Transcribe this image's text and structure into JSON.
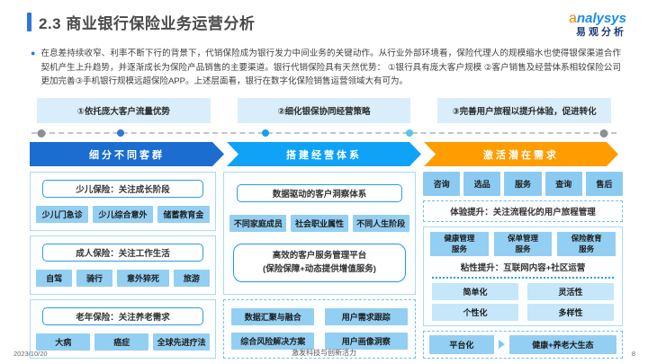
{
  "title": "2.3 商业银行保险业务运营分析",
  "logo": {
    "brand_a": "a",
    "brand": "nalysys",
    "cn": "易观分析"
  },
  "intro": {
    "bullet": "●",
    "text": "在息差持续收窄、利率不断下行的背景下，代销保险成为银行发力中间业务的关键动作。从行业外部环境看，保险代理人的规模缩水也使得银保渠道合作契机产生上升趋势，并逐渐成长为保险产品销售的主要渠道。银行代销保险具有天然优势： ①银行具有庞大客户规模 ②客户销售及经营体系相较保险公司更加完善③手机银行规模远超保险APP。上述层面看，银行在数字化保险销售运营领域大有可为。"
  },
  "highlights": [
    "①依托庞大客户流量优势",
    "②细化银保协同经营策略",
    "③完善用户旅程以提升体验，促进转化"
  ],
  "pipeline": [
    {
      "label": "细分不同客群",
      "color": "#1b6ed0"
    },
    {
      "label": "搭建经营体系",
      "color": "#0fa2f6"
    },
    {
      "label": "激活潜在需求",
      "color": "#ff9d00"
    }
  ],
  "segments": [
    {
      "title": "少儿保险：关注成长阶段",
      "chips": [
        "少儿门急诊",
        "少儿综合意外",
        "储蓄教育金"
      ]
    },
    {
      "title": "成人保险：关注工作生活",
      "chips": [
        "自驾",
        "骑行",
        "意外猝死",
        "旅游"
      ]
    },
    {
      "title": "老年保险：关注养老需求",
      "chips": [
        "大病",
        "癌症",
        "全球先进疗法"
      ]
    }
  ],
  "system": {
    "insight_title": "数据驱动的客户洞察体系",
    "insight_chips": [
      "不同家庭成员",
      "社会职业属性",
      "不同人生阶段"
    ],
    "platform_line1": "高效的客户服务管理平台",
    "platform_line2": "(保险保障+动态提供增值服务)",
    "capability_chips": [
      "数据汇聚与融合",
      "用户需求跟踪",
      "综合风险解决方案",
      "用户画像洞察"
    ]
  },
  "demand": {
    "journey_chips": [
      "咨询",
      "选品",
      "服务",
      "查询",
      "售后"
    ],
    "experience_note": "体验提升：关注流程化的用户旅程管理",
    "service_chips": [
      {
        "l1": "健康管理",
        "l2": "服务"
      },
      {
        "l1": "保单管理",
        "l2": "服务"
      },
      {
        "l1": "保险教育",
        "l2": "服务"
      }
    ],
    "sticky_note": "粘性提升：互联网内容+社区运营",
    "trait_chips": [
      "简单化",
      "灵活性",
      "个性化",
      "多样性"
    ],
    "platform_chip": "平台化",
    "eco_chip": "健康+养老大生态"
  },
  "footer": {
    "date": "2023/10/20",
    "slogan": "激发科技与创新活力",
    "page": "8"
  }
}
